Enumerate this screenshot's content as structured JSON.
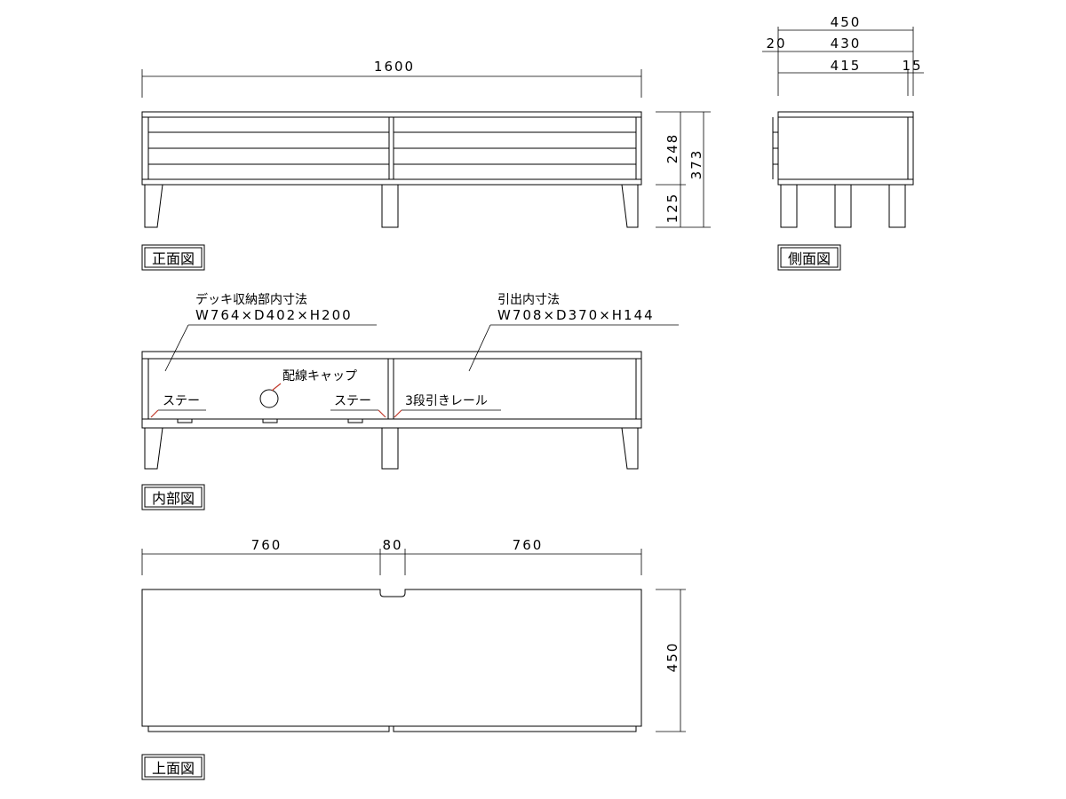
{
  "front": {
    "width_label": "1600",
    "height_body": "248",
    "height_total": "373",
    "height_leg": "125",
    "title": "正面図"
  },
  "side": {
    "depth_total": "450",
    "offset_back": "20",
    "depth_inner": "430",
    "depth_drawer": "415",
    "offset_front": "15",
    "title": "側面図"
  },
  "inner": {
    "deck_label": "デッキ収納部内寸法",
    "deck_dims": "W764×D402×H200",
    "drawer_label": "引出内寸法",
    "drawer_dims": "W708×D370×H144",
    "cable_cap": "配線キャップ",
    "stay_left": "ステー",
    "stay_right": "ステー",
    "rail": "3段引きレール",
    "title": "内部図"
  },
  "top": {
    "left_width": "760",
    "center_width": "80",
    "right_width": "760",
    "depth": "450",
    "title": "上面図"
  }
}
